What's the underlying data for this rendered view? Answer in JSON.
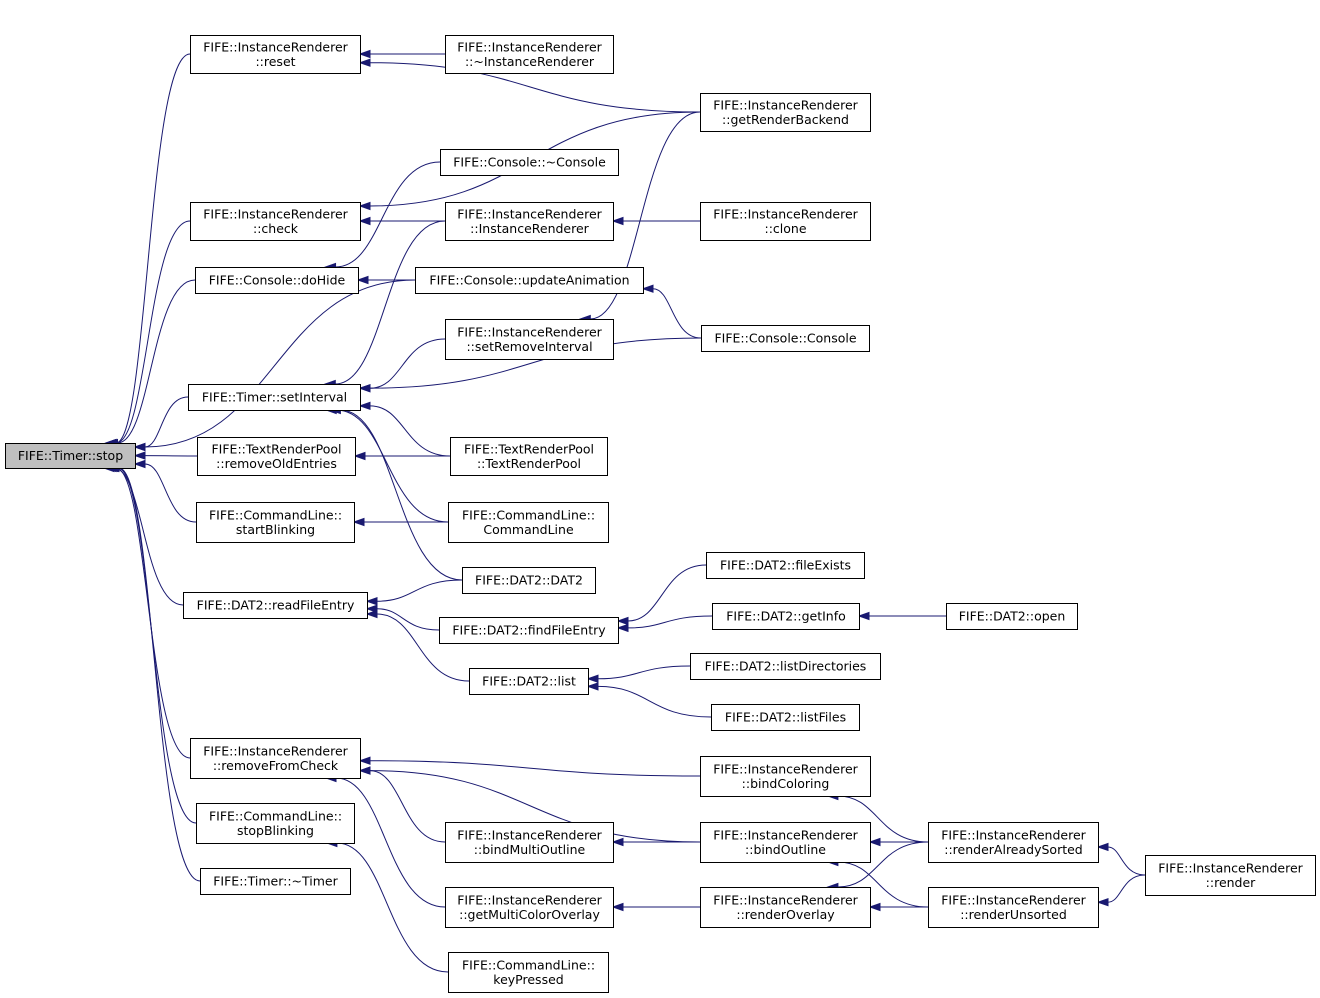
{
  "graph": {
    "colors": {
      "edge": "#191970",
      "root_fill": "#bfbfbf",
      "node_fill": "#ffffff",
      "node_border": "#000000"
    },
    "nodes": [
      {
        "id": "stop",
        "lines": [
          "FIFE::Timer::stop"
        ],
        "root": true
      },
      {
        "id": "ir_reset",
        "lines": [
          "FIFE::InstanceRenderer",
          "::reset"
        ]
      },
      {
        "id": "ir_dtor",
        "lines": [
          "FIFE::InstanceRenderer",
          "::~InstanceRenderer"
        ]
      },
      {
        "id": "ir_getRB",
        "lines": [
          "FIFE::InstanceRenderer",
          "::getRenderBackend"
        ]
      },
      {
        "id": "con_dtor",
        "lines": [
          "FIFE::Console::~Console"
        ]
      },
      {
        "id": "ir_check",
        "lines": [
          "FIFE::InstanceRenderer",
          "::check"
        ]
      },
      {
        "id": "ir_ctor",
        "lines": [
          "FIFE::InstanceRenderer",
          "::InstanceRenderer"
        ]
      },
      {
        "id": "ir_clone",
        "lines": [
          "FIFE::InstanceRenderer",
          "::clone"
        ]
      },
      {
        "id": "con_doHide",
        "lines": [
          "FIFE::Console::doHide"
        ]
      },
      {
        "id": "con_updAnim",
        "lines": [
          "FIFE::Console::updateAnimation"
        ]
      },
      {
        "id": "ir_setRI",
        "lines": [
          "FIFE::InstanceRenderer",
          "::setRemoveInterval"
        ]
      },
      {
        "id": "con_ctor",
        "lines": [
          "FIFE::Console::Console"
        ]
      },
      {
        "id": "timer_setInt",
        "lines": [
          "FIFE::Timer::setInterval"
        ]
      },
      {
        "id": "trp_remove",
        "lines": [
          "FIFE::TextRenderPool",
          "::removeOldEntries"
        ]
      },
      {
        "id": "trp_ctor",
        "lines": [
          "FIFE::TextRenderPool",
          "::TextRenderPool"
        ]
      },
      {
        "id": "cl_startBlink",
        "lines": [
          "FIFE::CommandLine::",
          "startBlinking"
        ]
      },
      {
        "id": "cl_ctor",
        "lines": [
          "FIFE::CommandLine::",
          "CommandLine"
        ]
      },
      {
        "id": "dat2_ctor",
        "lines": [
          "FIFE::DAT2::DAT2"
        ]
      },
      {
        "id": "dat2_fileExists",
        "lines": [
          "FIFE::DAT2::fileExists"
        ]
      },
      {
        "id": "dat2_readFE",
        "lines": [
          "FIFE::DAT2::readFileEntry"
        ]
      },
      {
        "id": "dat2_findFE",
        "lines": [
          "FIFE::DAT2::findFileEntry"
        ]
      },
      {
        "id": "dat2_getInfo",
        "lines": [
          "FIFE::DAT2::getInfo"
        ]
      },
      {
        "id": "dat2_open",
        "lines": [
          "FIFE::DAT2::open"
        ]
      },
      {
        "id": "dat2_list",
        "lines": [
          "FIFE::DAT2::list"
        ]
      },
      {
        "id": "dat2_listDirs",
        "lines": [
          "FIFE::DAT2::listDirectories"
        ]
      },
      {
        "id": "dat2_listFiles",
        "lines": [
          "FIFE::DAT2::listFiles"
        ]
      },
      {
        "id": "ir_removeFC",
        "lines": [
          "FIFE::InstanceRenderer",
          "::removeFromCheck"
        ]
      },
      {
        "id": "ir_bindColoring",
        "lines": [
          "FIFE::InstanceRenderer",
          "::bindColoring"
        ]
      },
      {
        "id": "cl_stopBlink",
        "lines": [
          "FIFE::CommandLine::",
          "stopBlinking"
        ]
      },
      {
        "id": "ir_bindMO",
        "lines": [
          "FIFE::InstanceRenderer",
          "::bindMultiOutline"
        ]
      },
      {
        "id": "ir_bindOutline",
        "lines": [
          "FIFE::InstanceRenderer",
          "::bindOutline"
        ]
      },
      {
        "id": "ir_renderAS",
        "lines": [
          "FIFE::InstanceRenderer",
          "::renderAlreadySorted"
        ]
      },
      {
        "id": "ir_render",
        "lines": [
          "FIFE::InstanceRenderer",
          "::render"
        ]
      },
      {
        "id": "timer_dtor",
        "lines": [
          "FIFE::Timer::~Timer"
        ]
      },
      {
        "id": "ir_getMCO",
        "lines": [
          "FIFE::InstanceRenderer",
          "::getMultiColorOverlay"
        ]
      },
      {
        "id": "ir_renderOverlay",
        "lines": [
          "FIFE::InstanceRenderer",
          "::renderOverlay"
        ]
      },
      {
        "id": "ir_renderUnsorted",
        "lines": [
          "FIFE::InstanceRenderer",
          "::renderUnsorted"
        ]
      },
      {
        "id": "cl_keyPressed",
        "lines": [
          "FIFE::CommandLine::",
          "keyPressed"
        ]
      }
    ],
    "edges": [
      {
        "from": "ir_reset",
        "to": "stop"
      },
      {
        "from": "ir_check",
        "to": "stop"
      },
      {
        "from": "con_doHide",
        "to": "stop"
      },
      {
        "from": "con_updAnim",
        "to": "stop"
      },
      {
        "from": "timer_setInt",
        "to": "stop"
      },
      {
        "from": "trp_remove",
        "to": "stop"
      },
      {
        "from": "cl_startBlink",
        "to": "stop"
      },
      {
        "from": "dat2_readFE",
        "to": "stop"
      },
      {
        "from": "ir_removeFC",
        "to": "stop"
      },
      {
        "from": "cl_stopBlink",
        "to": "stop"
      },
      {
        "from": "timer_dtor",
        "to": "stop"
      },
      {
        "from": "ir_dtor",
        "to": "ir_reset"
      },
      {
        "from": "ir_getRB",
        "to": "ir_reset"
      },
      {
        "from": "ir_getRB",
        "to": "ir_check"
      },
      {
        "from": "ir_ctor",
        "to": "ir_check"
      },
      {
        "from": "ir_clone",
        "to": "ir_ctor"
      },
      {
        "from": "con_dtor",
        "to": "con_doHide"
      },
      {
        "from": "con_updAnim",
        "to": "con_doHide"
      },
      {
        "from": "con_ctor",
        "to": "con_updAnim"
      },
      {
        "from": "ir_getRB",
        "to": "ir_setRI"
      },
      {
        "from": "ir_ctor",
        "to": "timer_setInt"
      },
      {
        "from": "ir_setRI",
        "to": "timer_setInt"
      },
      {
        "from": "con_ctor",
        "to": "timer_setInt"
      },
      {
        "from": "trp_ctor",
        "to": "timer_setInt"
      },
      {
        "from": "cl_ctor",
        "to": "timer_setInt"
      },
      {
        "from": "dat2_ctor",
        "to": "timer_setInt"
      },
      {
        "from": "trp_ctor",
        "to": "trp_remove"
      },
      {
        "from": "cl_ctor",
        "to": "cl_startBlink"
      },
      {
        "from": "dat2_ctor",
        "to": "dat2_readFE"
      },
      {
        "from": "dat2_findFE",
        "to": "dat2_readFE"
      },
      {
        "from": "dat2_list",
        "to": "dat2_readFE"
      },
      {
        "from": "dat2_fileExists",
        "to": "dat2_findFE"
      },
      {
        "from": "dat2_getInfo",
        "to": "dat2_findFE"
      },
      {
        "from": "dat2_open",
        "to": "dat2_getInfo"
      },
      {
        "from": "dat2_listDirs",
        "to": "dat2_list"
      },
      {
        "from": "dat2_listFiles",
        "to": "dat2_list"
      },
      {
        "from": "ir_bindColoring",
        "to": "ir_removeFC"
      },
      {
        "from": "ir_bindOutline",
        "to": "ir_removeFC"
      },
      {
        "from": "ir_bindMO",
        "to": "ir_removeFC"
      },
      {
        "from": "ir_getMCO",
        "to": "ir_removeFC"
      },
      {
        "from": "ir_renderAS",
        "to": "ir_bindColoring"
      },
      {
        "from": "ir_bindOutline",
        "to": "ir_bindMO"
      },
      {
        "from": "ir_renderAS",
        "to": "ir_bindOutline"
      },
      {
        "from": "ir_renderUnsorted",
        "to": "ir_bindOutline"
      },
      {
        "from": "ir_renderAS",
        "to": "ir_renderOverlay"
      },
      {
        "from": "ir_renderUnsorted",
        "to": "ir_renderOverlay"
      },
      {
        "from": "ir_renderOverlay",
        "to": "ir_getMCO"
      },
      {
        "from": "ir_render",
        "to": "ir_renderAS"
      },
      {
        "from": "ir_render",
        "to": "ir_renderUnsorted"
      },
      {
        "from": "cl_keyPressed",
        "to": "cl_stopBlink"
      }
    ]
  }
}
